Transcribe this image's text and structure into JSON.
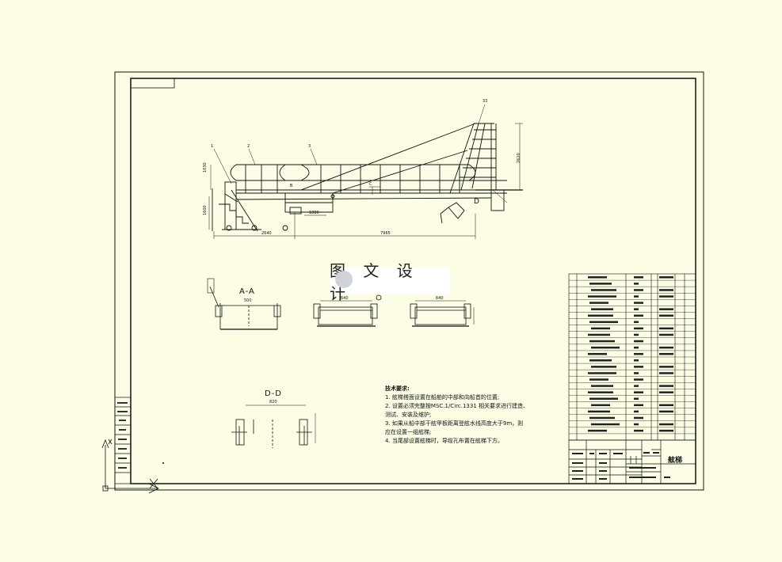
{
  "drawing": {
    "watermark_text": "图 文 设 计",
    "section_labels": {
      "aa": "A-A",
      "dd": "D-D",
      "d_marker": "D",
      "b_marker": "B",
      "c_marker": "C"
    },
    "part_balloons": [
      "1",
      "2",
      "3",
      "33"
    ],
    "dimensions": {
      "height_left": "1030",
      "height_lower": "1600",
      "length_base": "2640",
      "length_main": "7965",
      "length_mid": "1880",
      "mast_height": "2620",
      "aa_width": "500",
      "b_width": "640",
      "c_width": "640",
      "dd_width": "820"
    },
    "notes": {
      "heading": "技术要求:",
      "lines": [
        "1. 舷梯搭面设置在船舶的中部和向船首的位置;",
        "2. 设置必须完整按MSC.1/Circ.1331 相关要求进行建造、",
        "测试、安装及维护;",
        "3. 如果从船中部干舷甲板距离登舷水线高度大于9m，则",
        "应在设置一组舷梯;",
        "4. 当尾部设置舷梯时，导缆孔布置在舷梯下方。"
      ]
    },
    "title_block": {
      "title": "舷梯"
    }
  }
}
